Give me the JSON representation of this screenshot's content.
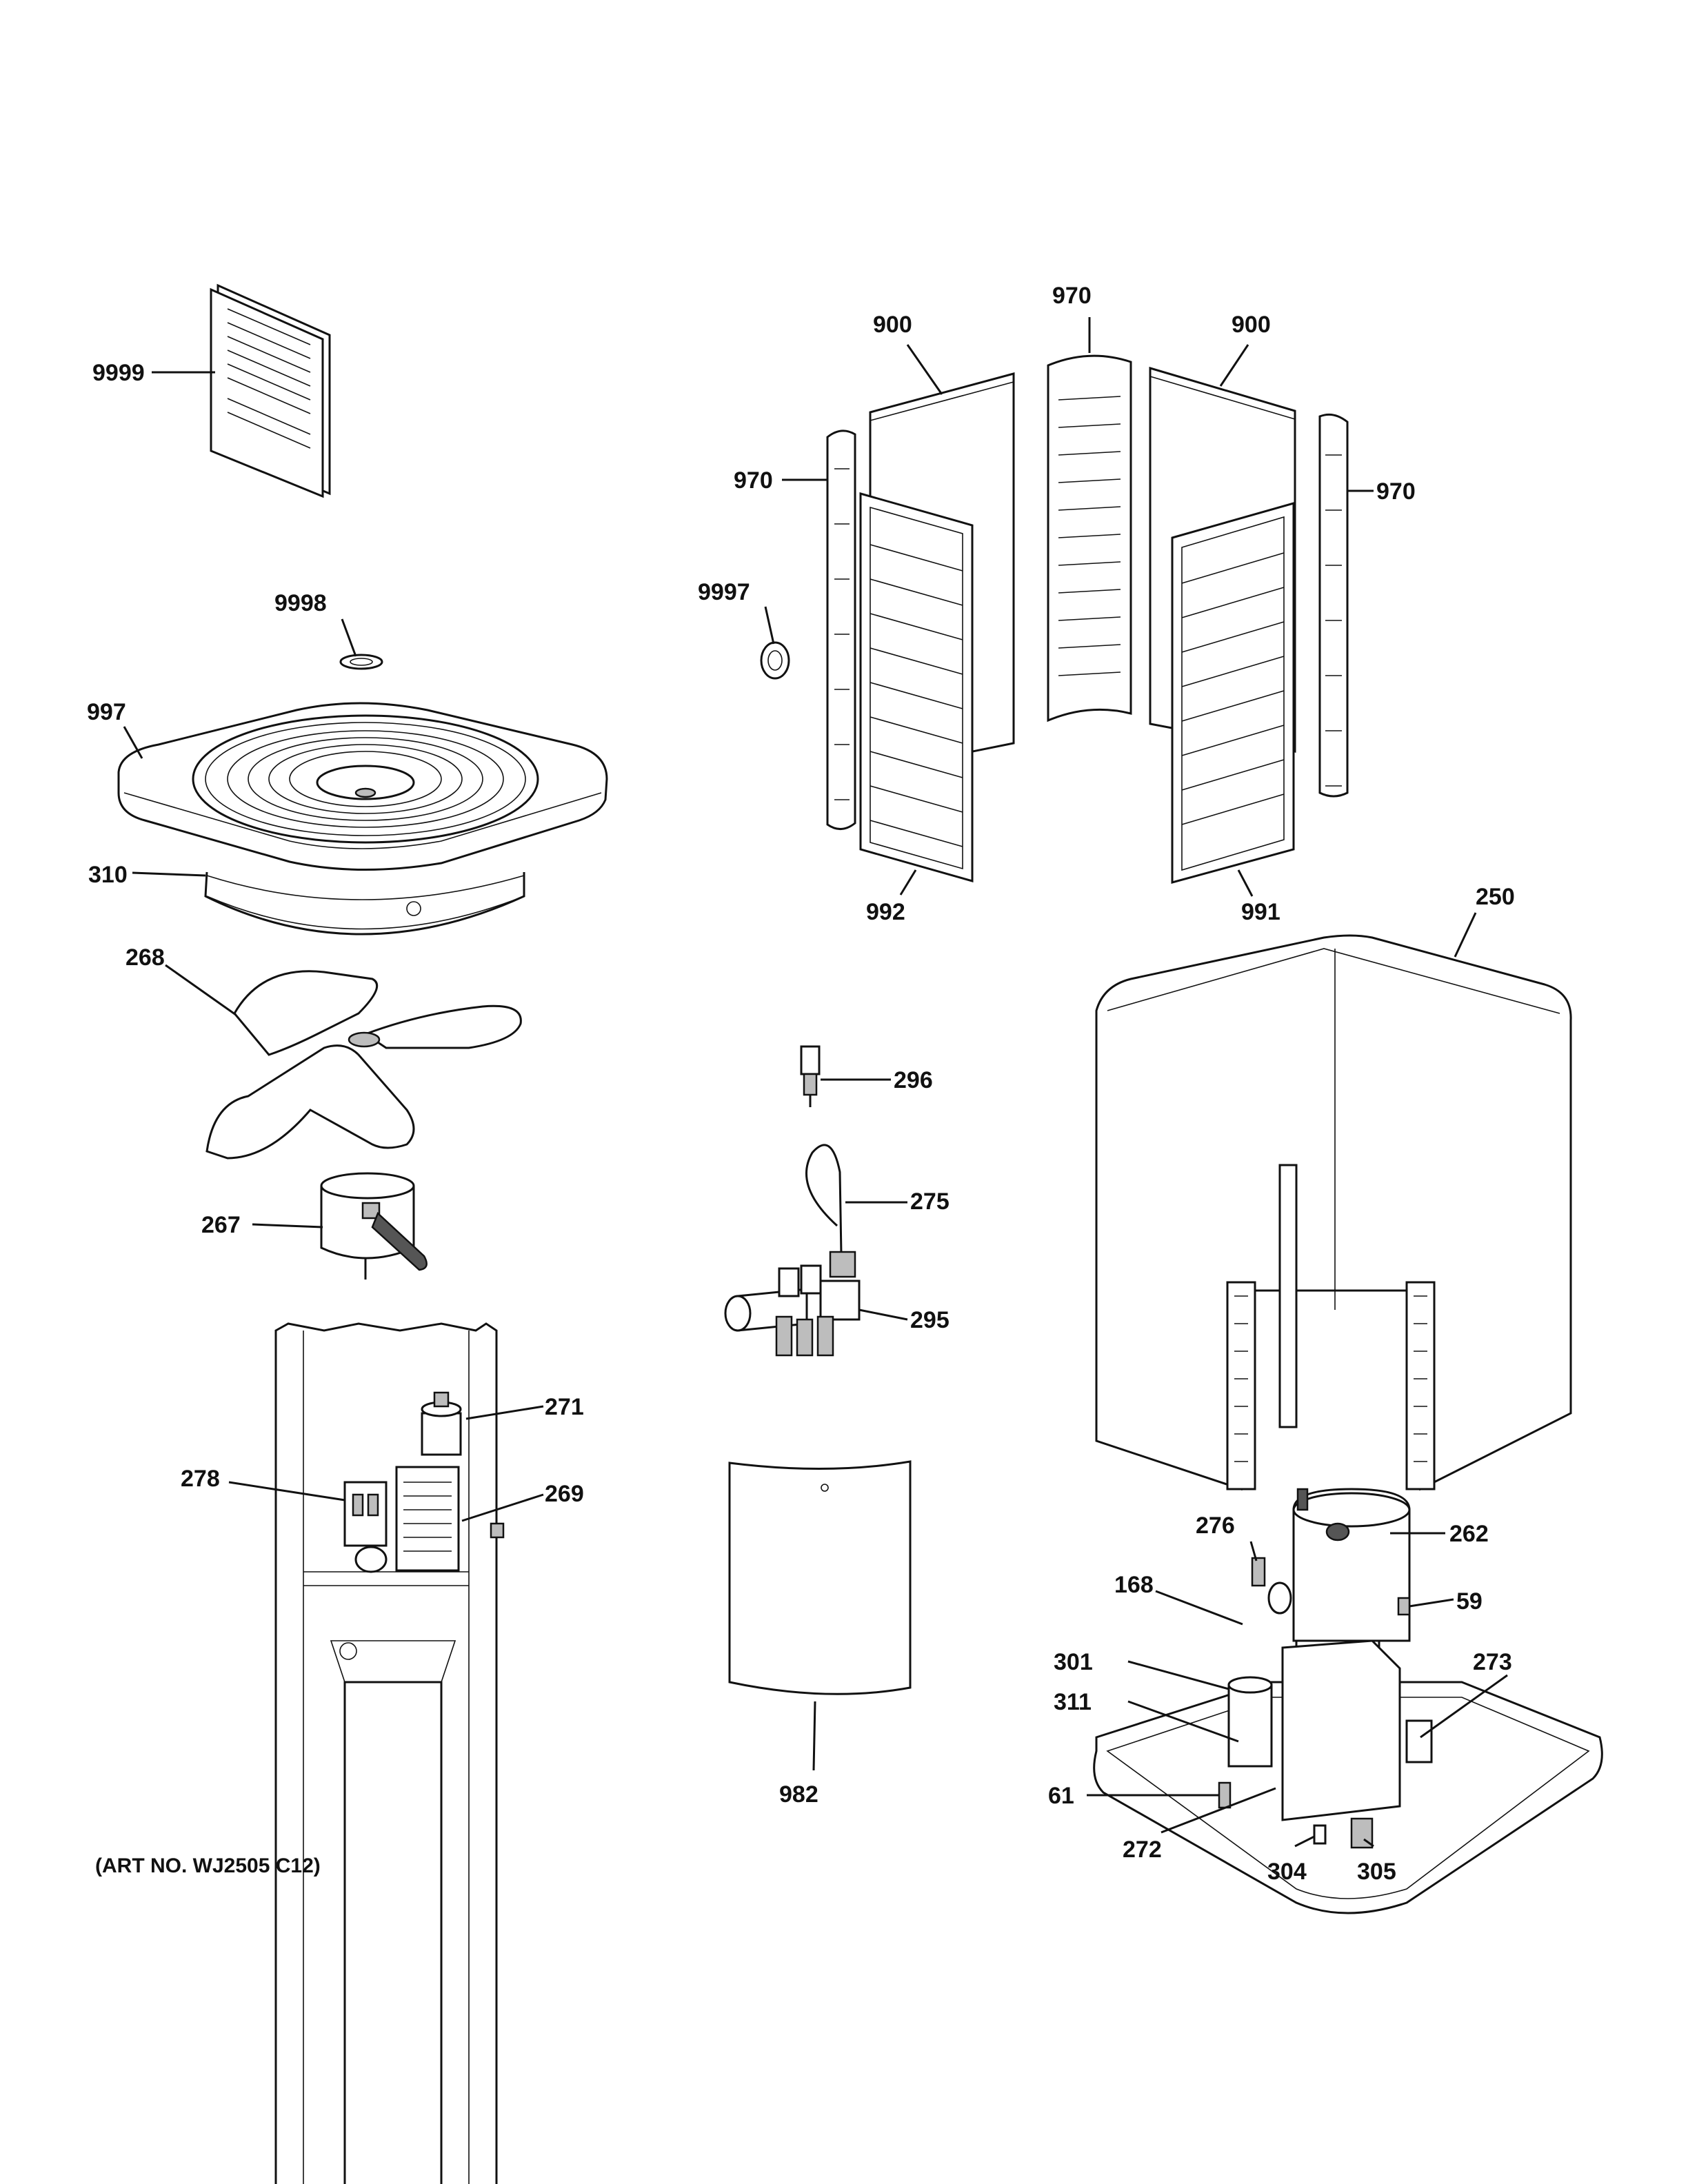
{
  "caption": "(ART NO. WJ2505 C12)",
  "callouts": {
    "c9999": "9999",
    "c9998": "9998",
    "c997": "997",
    "c310": "310",
    "c268": "268",
    "c267": "267",
    "c271": "271",
    "c278": "278",
    "c269": "269",
    "c900a": "900",
    "c970top": "970",
    "c900b": "900",
    "c970left": "970",
    "c970right": "970",
    "c9997": "9997",
    "c992": "992",
    "c991": "991",
    "c250": "250",
    "c296": "296",
    "c275": "275",
    "c295": "295",
    "c982": "982",
    "c276": "276",
    "c262": "262",
    "c168": "168",
    "c59": "59",
    "c301": "301",
    "c273": "273",
    "c311": "311",
    "c61": "61",
    "c272": "272",
    "c304": "304",
    "c305": "305"
  }
}
